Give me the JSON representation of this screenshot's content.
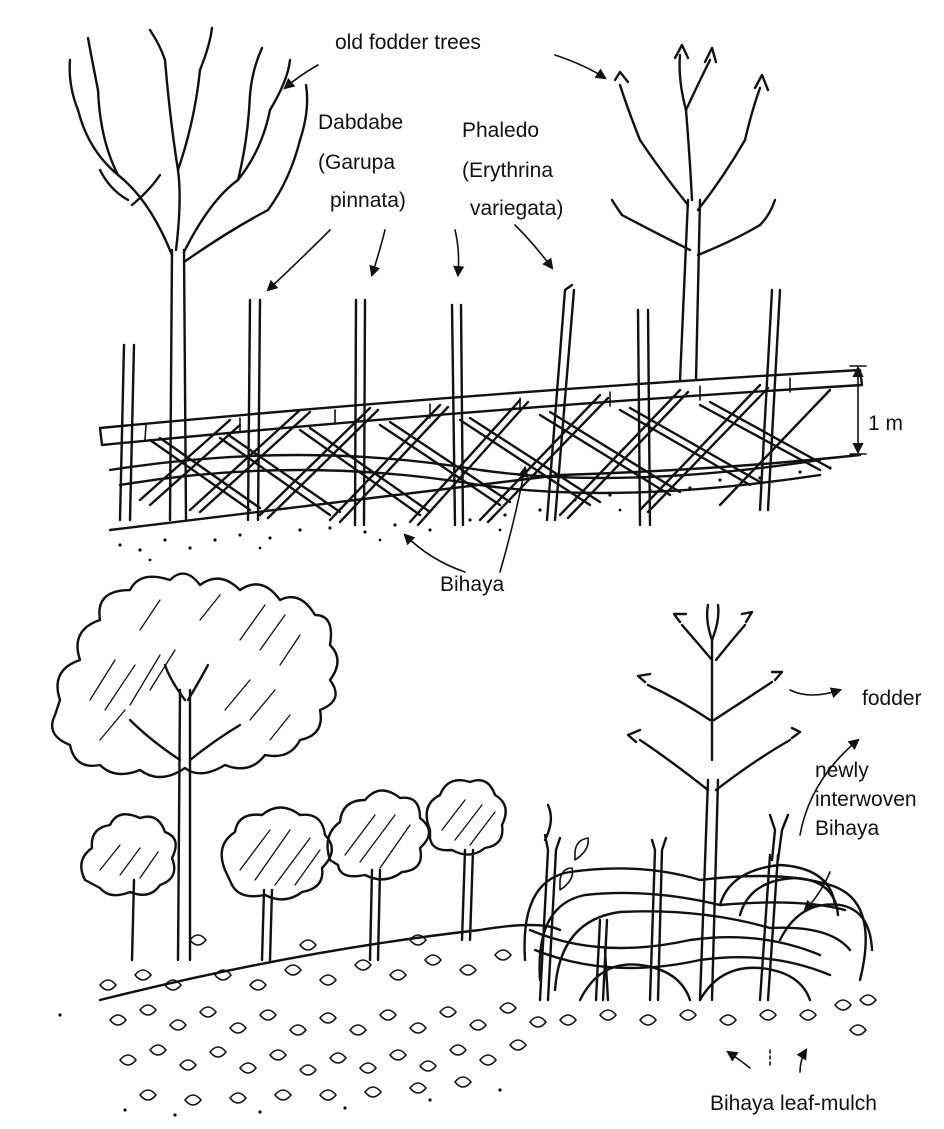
{
  "labels": {
    "old_fodder_trees": "old fodder trees",
    "dabdabe_line1": "Dabdabe",
    "dabdabe_line2": "(Garupa",
    "dabdabe_line3": "pinnata)",
    "phaledo_line1": "Phaledo",
    "phaledo_line2": "(Erythrina",
    "phaledo_line3": "variegata)",
    "scale": "1 m",
    "bihaya": "Bihaya",
    "fodder": "fodder",
    "newly_line1": "newly",
    "newly_line2": "interwoven",
    "newly_line3": "Bihaya",
    "leaf_mulch": "Bihaya leaf-mulch"
  }
}
